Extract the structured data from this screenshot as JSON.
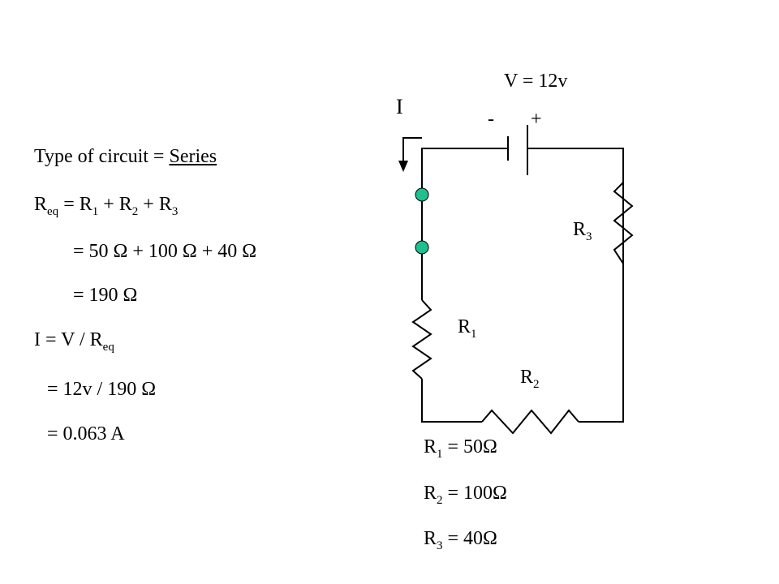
{
  "work": {
    "type_label": "Type of circuit = ",
    "type_value": "Series",
    "req_symbol": "R",
    "req_sub": "eq",
    "req_rhs_r1": " = R",
    "req_rhs_r1_sub": "1",
    "req_rhs_r2": " + R",
    "req_rhs_r2_sub": "2",
    "req_rhs_r3": " + R",
    "req_rhs_r3_sub": "3",
    "req_sum": "= 50 Ω + 100 Ω + 40 Ω",
    "req_result": "= 190 Ω",
    "i_lhs": "I = V / R",
    "i_lhs_sub": "eq",
    "i_sub_values": "= 12v / 190 Ω",
    "i_result": "= 0.063 A"
  },
  "circuit": {
    "voltage_label": "V = 12v",
    "current_label": "I",
    "battery_minus": "-",
    "battery_plus": "+",
    "r1_label": "R",
    "r1_sub": "1",
    "r2_label": "R",
    "r2_sub": "2",
    "r3_label": "R",
    "r3_sub": "3",
    "node_color": "#1fbf8f",
    "wire_color": "#000000"
  },
  "values": {
    "r1_symbol": "R",
    "r1_sub": "1",
    "r1_value": " = 50Ω",
    "r2_symbol": "R",
    "r2_sub": "2",
    "r2_value": " = 100Ω",
    "r3_symbol": "R",
    "r3_sub": "3",
    "r3_value": " = 40Ω"
  }
}
